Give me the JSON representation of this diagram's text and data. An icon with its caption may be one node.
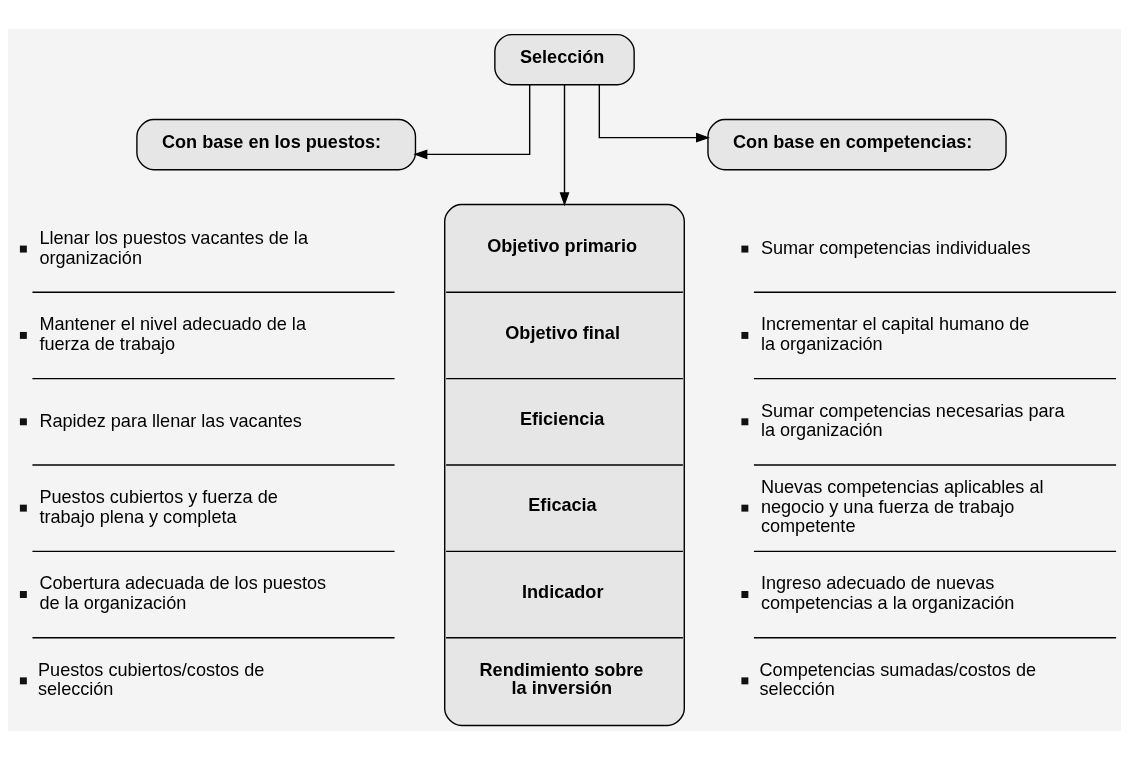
{
  "diagram": {
    "nodes": [
      {
        "text": [
          "Selección"
        ]
      },
      {
        "text": [
          "Con base en los puestos:"
        ]
      },
      {
        "text": [
          "Objetivo primario",
          "Objetivo final",
          "Eficiencia",
          "Eficacia",
          "Indicador",
          "Rendimiento sobre la inversión"
        ]
      },
      {
        "text": [
          "Con base en competencias:"
        ]
      }
    ],
    "edges": [
      {
        "from": 0,
        "to": 1,
        "arrow": "to"
      },
      {
        "from": 0,
        "to": 2,
        "arrow": "to"
      },
      {
        "from": 0,
        "to": 3,
        "arrow": "to"
      }
    ],
    "labels": [
      "Llenar los puestos vacantes de la organización",
      "Sumar competencias individuales",
      "Mantener el nivel adecuado de la fuerza de trabajo",
      "Incrementar el capital humano de la organización",
      "Rapidez para llenar las vacantes",
      "Sumar competencias necesarias para la organización",
      "Puestos cubiertos y fuerza de trabajo plena y completa",
      "Nuevas competencias aplicables al negocio y una fuerza de trabajo competente",
      "Cobertura adecuada de los puestos de la organización",
      "Ingreso adecuado de nuevas competencias a la organización",
      "Puestos cubiertos/costos de selección",
      "Competencias sumadas/costos de selección"
    ]
  }
}
